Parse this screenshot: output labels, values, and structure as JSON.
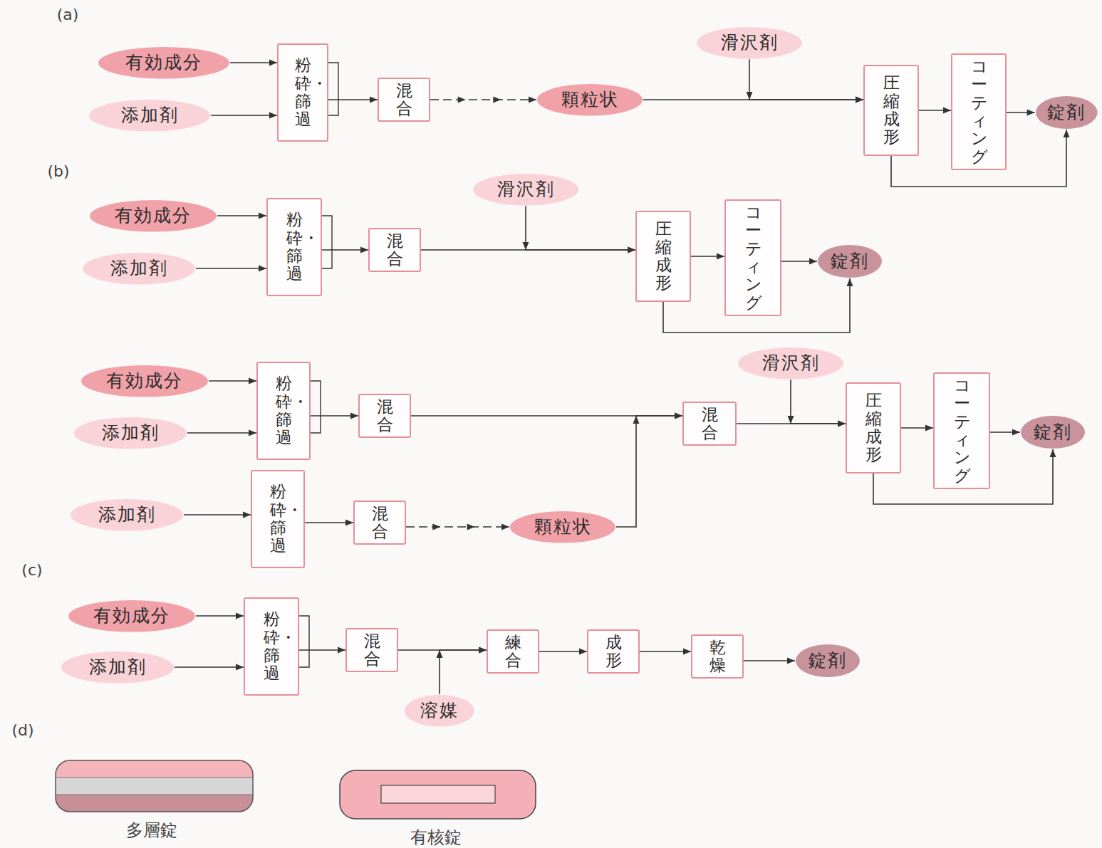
{
  "diagram": {
    "nodes": [
      {
        "text": [
          "有効成分"
        ]
      },
      {
        "text": [
          "添加剤"
        ]
      },
      {
        "text": [
          "粉砕・篩過"
        ]
      },
      {
        "text": [
          "混合"
        ]
      },
      {
        "text": [
          "顆粒状"
        ]
      },
      {
        "text": [
          "滑沢剤"
        ]
      },
      {
        "text": [
          "圧縮成形"
        ]
      },
      {
        "text": [
          "コーティング"
        ]
      },
      {
        "text": [
          "錠剤"
        ]
      },
      {
        "text": [
          "有効成分"
        ]
      },
      {
        "text": [
          "添加剤"
        ]
      },
      {
        "text": [
          "粉砕・篩過"
        ]
      },
      {
        "text": [
          "混合"
        ]
      },
      {
        "text": [
          "滑沢剤"
        ]
      },
      {
        "text": [
          "圧縮成形"
        ]
      },
      {
        "text": [
          "コーティング"
        ]
      },
      {
        "text": [
          "錠剤"
        ]
      },
      {
        "text": [
          "有効成分"
        ]
      },
      {
        "text": [
          "添加剤"
        ]
      },
      {
        "text": [
          "粉砕・篩過"
        ]
      },
      {
        "text": [
          "混合"
        ]
      },
      {
        "text": [
          "添加剤"
        ]
      },
      {
        "text": [
          "粉砕・篩過"
        ]
      },
      {
        "text": [
          "混合"
        ]
      },
      {
        "text": [
          "顆粒状"
        ]
      },
      {
        "text": [
          "混合"
        ]
      },
      {
        "text": [
          "滑沢剤"
        ]
      },
      {
        "text": [
          "圧縮成形"
        ]
      },
      {
        "text": [
          "コーティング"
        ]
      },
      {
        "text": [
          "錠剤"
        ]
      },
      {
        "text": [
          "有効成分"
        ]
      },
      {
        "text": [
          "添加剤"
        ]
      },
      {
        "text": [
          "粉砕・篩過"
        ]
      },
      {
        "text": [
          "混合"
        ]
      },
      {
        "text": [
          "溶媒"
        ]
      },
      {
        "text": [
          "練合"
        ]
      },
      {
        "text": [
          "成形"
        ]
      },
      {
        "text": [
          "乾燥"
        ]
      },
      {
        "text": [
          "錠剤"
        ]
      }
    ],
    "edges": [
      {
        "from": 0,
        "to": 2,
        "arrow": "to"
      },
      {
        "from": 1,
        "to": 2,
        "arrow": "to"
      },
      {
        "from": 2,
        "to": 3,
        "arrow": "to"
      },
      {
        "from": 3,
        "to": 4,
        "arrow": "to"
      },
      {
        "from": 4,
        "to": 6,
        "arrow": "to"
      },
      {
        "from": 5,
        "to": 6,
        "arrow": "to"
      },
      {
        "from": 6,
        "to": 7,
        "arrow": "to"
      },
      {
        "from": 7,
        "to": 8,
        "arrow": "to"
      },
      {
        "from": 6,
        "to": 8,
        "arrow": "to"
      },
      {
        "from": 9,
        "to": 11,
        "arrow": "to"
      },
      {
        "from": 10,
        "to": 11,
        "arrow": "to"
      },
      {
        "from": 11,
        "to": 12,
        "arrow": "to"
      },
      {
        "from": 12,
        "to": 14,
        "arrow": "to"
      },
      {
        "from": 13,
        "to": 14,
        "arrow": "to"
      },
      {
        "from": 14,
        "to": 15,
        "arrow": "to"
      },
      {
        "from": 15,
        "to": 16,
        "arrow": "to"
      },
      {
        "from": 14,
        "to": 16,
        "arrow": "to"
      },
      {
        "from": 17,
        "to": 19,
        "arrow": "to"
      },
      {
        "from": 18,
        "to": 19,
        "arrow": "to"
      },
      {
        "from": 19,
        "to": 20,
        "arrow": "to"
      },
      {
        "from": 20,
        "to": 25,
        "arrow": "to"
      },
      {
        "from": 21,
        "to": 22,
        "arrow": "to"
      },
      {
        "from": 22,
        "to": 23,
        "arrow": "to"
      },
      {
        "from": 23,
        "to": 24,
        "arrow": "to"
      },
      {
        "from": 24,
        "to": 25,
        "arrow": "to"
      },
      {
        "from": 26,
        "to": 27,
        "arrow": "to"
      },
      {
        "from": 25,
        "to": 27,
        "arrow": "to"
      },
      {
        "from": 27,
        "to": 28,
        "arrow": "to"
      },
      {
        "from": 28,
        "to": 29,
        "arrow": "to"
      },
      {
        "from": 27,
        "to": 29,
        "arrow": "to"
      },
      {
        "from": 30,
        "to": 32,
        "arrow": "to"
      },
      {
        "from": 31,
        "to": 32,
        "arrow": "to"
      },
      {
        "from": 32,
        "to": 33,
        "arrow": "to"
      },
      {
        "from": 33,
        "to": 35,
        "arrow": "to"
      },
      {
        "from": 34,
        "to": 35,
        "arrow": "to"
      },
      {
        "from": 35,
        "to": 36,
        "arrow": "to"
      },
      {
        "from": 36,
        "to": 37,
        "arrow": "to"
      },
      {
        "from": 37,
        "to": 38,
        "arrow": "to"
      }
    ],
    "labels": [
      "(a)",
      "(b)",
      "(c)",
      "(d)",
      "多層錠",
      "有核錠"
    ]
  }
}
